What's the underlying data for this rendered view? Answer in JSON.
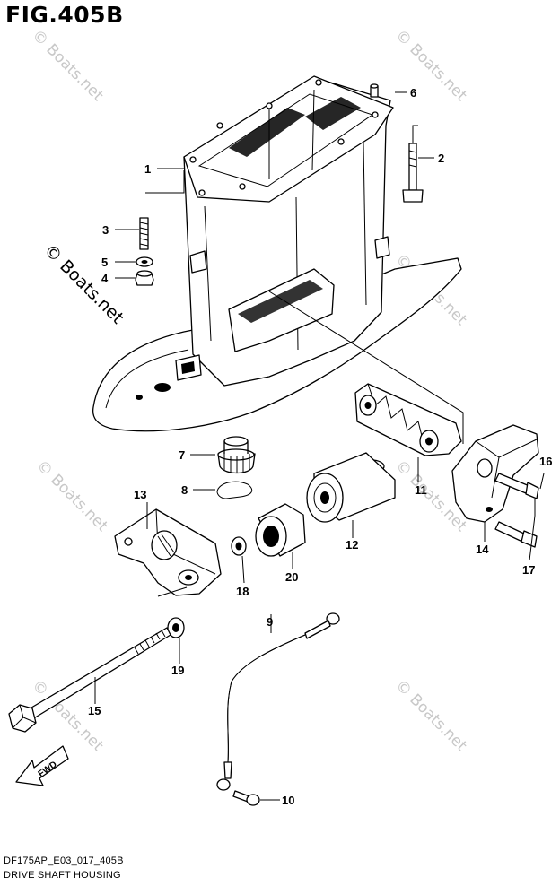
{
  "figure": {
    "title": "FIG.405B",
    "model_code": "DF175AP_E03_017_405B",
    "section_name": "DRIVE SHAFT HOUSING"
  },
  "watermark": {
    "text": "© Boats.net",
    "main_text": "© Boats.net"
  },
  "direction_arrow": {
    "label": "FWD"
  },
  "parts": [
    {
      "number": "1"
    },
    {
      "number": "2"
    },
    {
      "number": "3"
    },
    {
      "number": "4"
    },
    {
      "number": "5"
    },
    {
      "number": "6"
    },
    {
      "number": "7"
    },
    {
      "number": "8"
    },
    {
      "number": "9"
    },
    {
      "number": "10"
    },
    {
      "number": "11"
    },
    {
      "number": "12"
    },
    {
      "number": "13"
    },
    {
      "number": "14"
    },
    {
      "number": "15"
    },
    {
      "number": "16"
    },
    {
      "number": "17"
    },
    {
      "number": "18"
    },
    {
      "number": "19"
    },
    {
      "number": "20"
    }
  ]
}
